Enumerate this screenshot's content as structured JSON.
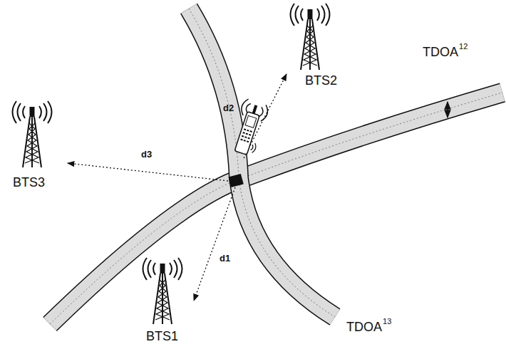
{
  "diagram": {
    "labels": [
      "BTS2",
      "d2",
      "TDOA",
      "12",
      "BTS3",
      "d3",
      "d1",
      "TDOA",
      "13",
      "BTS1"
    ]
  }
}
